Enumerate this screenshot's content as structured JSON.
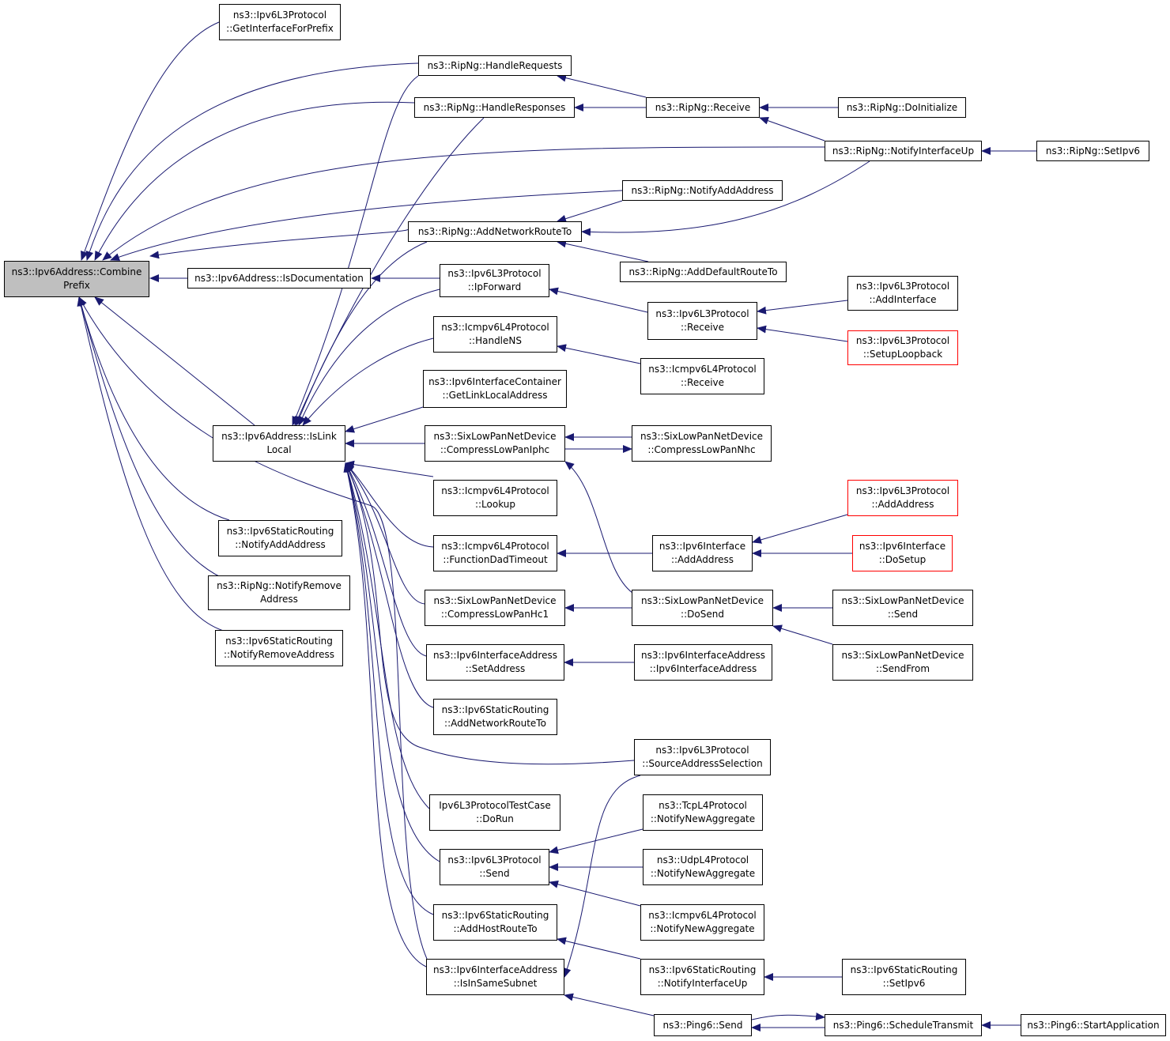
{
  "diagram": {
    "colors": {
      "edge": "#191970",
      "root_fill": "#bfbfbf",
      "truncated_border": "#ff0000",
      "normal_border": "#000000"
    },
    "nodes": [
      {
        "id": "combine_prefix",
        "lines": [
          "ns3::Ipv6Address::Combine",
          "Prefix"
        ],
        "style": "root"
      },
      {
        "id": "l3_getinterfaceforprefix",
        "lines": [
          "ns3::Ipv6L3Protocol",
          "::GetInterfaceForPrefix"
        ]
      },
      {
        "id": "ripng_handlerequests",
        "lines": [
          "ns3::RipNg::HandleRequests"
        ]
      },
      {
        "id": "ripng_handleresponses",
        "lines": [
          "ns3::RipNg::HandleResponses"
        ]
      },
      {
        "id": "ripng_receive",
        "lines": [
          "ns3::RipNg::Receive"
        ]
      },
      {
        "id": "ripng_doinitialize",
        "lines": [
          "ns3::RipNg::DoInitialize"
        ]
      },
      {
        "id": "ripng_notifyinterfaceup",
        "lines": [
          "ns3::RipNg::NotifyInterfaceUp"
        ]
      },
      {
        "id": "ripng_setipv6",
        "lines": [
          "ns3::RipNg::SetIpv6"
        ]
      },
      {
        "id": "ripng_notifyaddaddress",
        "lines": [
          "ns3::RipNg::NotifyAddAddress"
        ]
      },
      {
        "id": "ripng_addnetworkrouteto",
        "lines": [
          "ns3::RipNg::AddNetworkRouteTo"
        ]
      },
      {
        "id": "ripng_adddefaultrouteto",
        "lines": [
          "ns3::RipNg::AddDefaultRouteTo"
        ]
      },
      {
        "id": "isdocumentation",
        "lines": [
          "ns3::Ipv6Address::IsDocumentation"
        ]
      },
      {
        "id": "l3_ipforward",
        "lines": [
          "ns3::Ipv6L3Protocol",
          "::IpForward"
        ]
      },
      {
        "id": "l3_receive",
        "lines": [
          "ns3::Ipv6L3Protocol",
          "::Receive"
        ]
      },
      {
        "id": "l3_addinterface",
        "lines": [
          "ns3::Ipv6L3Protocol",
          "::AddInterface"
        ]
      },
      {
        "id": "l3_setuploopback",
        "lines": [
          "ns3::Ipv6L3Protocol",
          "::SetupLoopback"
        ],
        "style": "red"
      },
      {
        "id": "icmp_handlens",
        "lines": [
          "ns3::Icmpv6L4Protocol",
          "::HandleNS"
        ]
      },
      {
        "id": "icmp_receive",
        "lines": [
          "ns3::Icmpv6L4Protocol",
          "::Receive"
        ]
      },
      {
        "id": "ifcontainer_getlinklocal",
        "lines": [
          "ns3::Ipv6InterfaceContainer",
          "::GetLinkLocalAddress"
        ]
      },
      {
        "id": "islinklocal",
        "lines": [
          "ns3::Ipv6Address::IsLink",
          "Local"
        ]
      },
      {
        "id": "sixlowpan_compressiphc",
        "lines": [
          "ns3::SixLowPanNetDevice",
          "::CompressLowPanIphc"
        ]
      },
      {
        "id": "sixlowpan_compressnhc",
        "lines": [
          "ns3::SixLowPanNetDevice",
          "::CompressLowPanNhc"
        ]
      },
      {
        "id": "icmp_lookup",
        "lines": [
          "ns3::Icmpv6L4Protocol",
          "::Lookup"
        ]
      },
      {
        "id": "l3_addaddress",
        "lines": [
          "ns3::Ipv6L3Protocol",
          "::AddAddress"
        ],
        "style": "red"
      },
      {
        "id": "icmp_functiondadtimeout",
        "lines": [
          "ns3::Icmpv6L4Protocol",
          "::FunctionDadTimeout"
        ]
      },
      {
        "id": "iface_addaddress",
        "lines": [
          "ns3::Ipv6Interface",
          "::AddAddress"
        ]
      },
      {
        "id": "iface_dosetup",
        "lines": [
          "ns3::Ipv6Interface",
          "::DoSetup"
        ],
        "style": "red"
      },
      {
        "id": "static_notifyaddaddress",
        "lines": [
          "ns3::Ipv6StaticRouting",
          "::NotifyAddAddress"
        ]
      },
      {
        "id": "ripng_notifyremoveaddress",
        "lines": [
          "ns3::RipNg::NotifyRemove",
          "Address"
        ]
      },
      {
        "id": "sixlowpan_compresshc1",
        "lines": [
          "ns3::SixLowPanNetDevice",
          "::CompressLowPanHc1"
        ]
      },
      {
        "id": "sixlowpan_dosend",
        "lines": [
          "ns3::SixLowPanNetDevice",
          "::DoSend"
        ]
      },
      {
        "id": "sixlowpan_send",
        "lines": [
          "ns3::SixLowPanNetDevice",
          "::Send"
        ]
      },
      {
        "id": "static_notifyremoveaddress",
        "lines": [
          "ns3::Ipv6StaticRouting",
          "::NotifyRemoveAddress"
        ]
      },
      {
        "id": "ifaddr_setaddress",
        "lines": [
          "ns3::Ipv6InterfaceAddress",
          "::SetAddress"
        ]
      },
      {
        "id": "ifaddr_ctor",
        "lines": [
          "ns3::Ipv6InterfaceAddress",
          "::Ipv6InterfaceAddress"
        ]
      },
      {
        "id": "sixlowpan_sendfrom",
        "lines": [
          "ns3::SixLowPanNetDevice",
          "::SendFrom"
        ]
      },
      {
        "id": "static_addnetworkrouteto",
        "lines": [
          "ns3::Ipv6StaticRouting",
          "::AddNetworkRouteTo"
        ]
      },
      {
        "id": "l3_sourceaddressselection",
        "lines": [
          "ns3::Ipv6L3Protocol",
          "::SourceAddressSelection"
        ]
      },
      {
        "id": "testcase_dorun",
        "lines": [
          "Ipv6L3ProtocolTestCase",
          "::DoRun"
        ]
      },
      {
        "id": "tcp_notifynewaggregate",
        "lines": [
          "ns3::TcpL4Protocol",
          "::NotifyNewAggregate"
        ]
      },
      {
        "id": "l3_send",
        "lines": [
          "ns3::Ipv6L3Protocol",
          "::Send"
        ]
      },
      {
        "id": "udp_notifynewaggregate",
        "lines": [
          "ns3::UdpL4Protocol",
          "::NotifyNewAggregate"
        ]
      },
      {
        "id": "icmp_notifynewaggregate",
        "lines": [
          "ns3::Icmpv6L4Protocol",
          "::NotifyNewAggregate"
        ]
      },
      {
        "id": "static_addhostrouteto",
        "lines": [
          "ns3::Ipv6StaticRouting",
          "::AddHostRouteTo"
        ]
      },
      {
        "id": "ifaddr_isinsamesubnet",
        "lines": [
          "ns3::Ipv6InterfaceAddress",
          "::IsInSameSubnet"
        ]
      },
      {
        "id": "static_notifyinterfaceup",
        "lines": [
          "ns3::Ipv6StaticRouting",
          "::NotifyInterfaceUp"
        ]
      },
      {
        "id": "static_setipv6",
        "lines": [
          "ns3::Ipv6StaticRouting",
          "::SetIpv6"
        ]
      },
      {
        "id": "ping6_send",
        "lines": [
          "ns3::Ping6::Send"
        ]
      },
      {
        "id": "ping6_scheduletransmit",
        "lines": [
          "ns3::Ping6::ScheduleTransmit"
        ]
      },
      {
        "id": "ping6_startapplication",
        "lines": [
          "ns3::Ping6::StartApplication"
        ]
      }
    ]
  }
}
